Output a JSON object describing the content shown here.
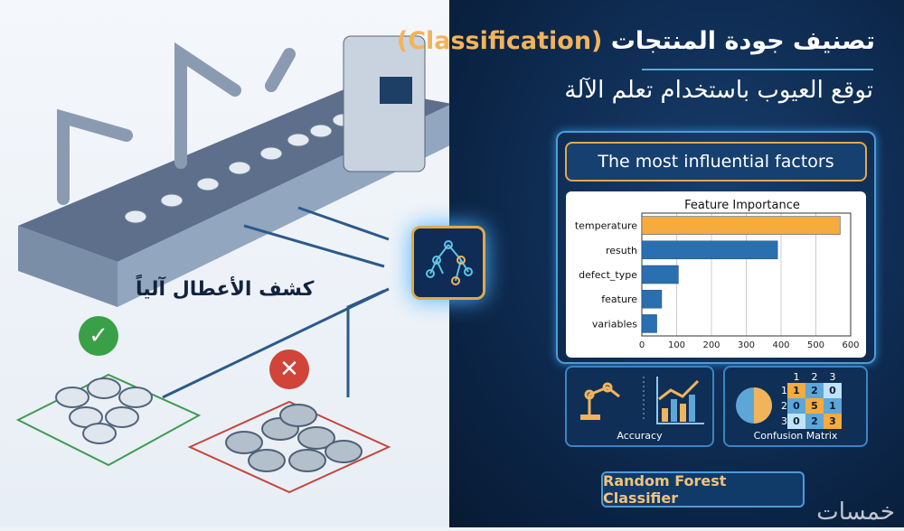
{
  "header": {
    "title_ar": "تصنيف جودة المنتجات",
    "title_en": "(Classification)",
    "subtitle": "توقع العيوب باستخدام تعلم الآلة"
  },
  "left": {
    "fault_label": "كشف الأعطال آلياً",
    "good_icon": "check-icon",
    "bad_icon": "x-icon"
  },
  "panel": {
    "header": "The most influential factors"
  },
  "chart_data": {
    "type": "bar",
    "orientation": "horizontal",
    "title": "Feature Importance",
    "categories": [
      "temperature",
      "resuth",
      "defect_type",
      "feature",
      "variables"
    ],
    "values": [
      570,
      390,
      105,
      57,
      43
    ],
    "highlight": "temperature",
    "xlim": [
      0,
      600
    ],
    "xticks": [
      0,
      100,
      200,
      300,
      400,
      500,
      600
    ],
    "grid": true,
    "colors": {
      "highlight": "#f5ab3d",
      "default": "#2a6fb0"
    }
  },
  "cards": {
    "accuracy": "Accuracy",
    "confusion": "Confusion Matrix",
    "matrix_headers": [
      "1",
      "2",
      "3"
    ],
    "matrix": [
      [
        "1",
        "2",
        "0"
      ],
      [
        "0",
        "5",
        "1"
      ],
      [
        "0",
        "2",
        "3"
      ]
    ]
  },
  "classifier": "Random Forest Classifier",
  "watermark": "خمسات"
}
